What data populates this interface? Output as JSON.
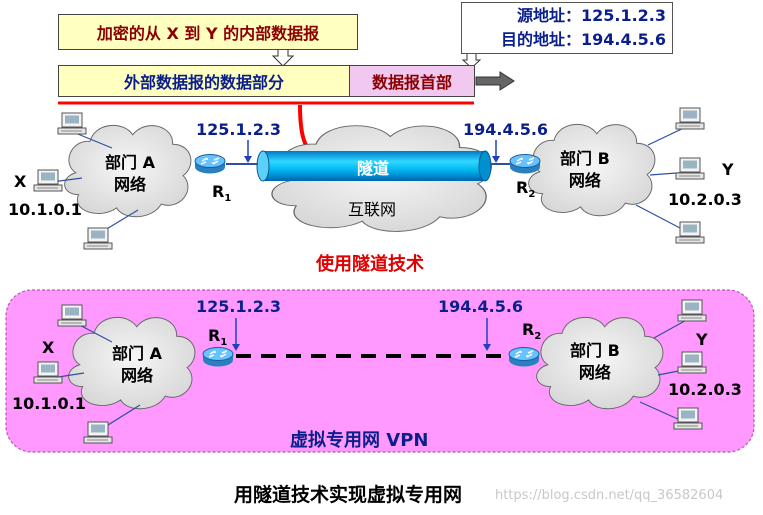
{
  "top": {
    "encrypted_box": "加密的从 X 到 Y 的内部数据报",
    "header_box": {
      "src_label": "源地址：",
      "src_value": "125.1.2.3",
      "dst_label": "目的地址：",
      "dst_value": "194.4.5.6"
    },
    "outer_data": "外部数据报的数据部分",
    "outer_header": "数据报首部",
    "tunnel": "隧道",
    "internet": "互联网",
    "r1_ip": "125.1.2.3",
    "r2_ip": "194.4.5.6",
    "r1_label": "R",
    "r1_sub": "1",
    "r2_label": "R",
    "r2_sub": "2",
    "dept_a": [
      "部门 A",
      "网络"
    ],
    "dept_b": [
      "部门 B",
      "网络"
    ],
    "x_label": "X",
    "x_ip": "10.1.0.1",
    "y_label": "Y",
    "y_ip": "10.2.0.3",
    "caption": "使用隧道技术"
  },
  "bottom": {
    "r1_ip": "125.1.2.3",
    "r2_ip": "194.4.5.6",
    "r1_label": "R",
    "r1_sub": "1",
    "r2_label": "R",
    "r2_sub": "2",
    "dept_a": [
      "部门 A",
      "网络"
    ],
    "dept_b": [
      "部门 B",
      "网络"
    ],
    "x_label": "X",
    "x_ip": "10.1.0.1",
    "y_label": "Y",
    "y_ip": "10.2.0.3",
    "caption": "虚拟专用网 VPN"
  },
  "title": "用隧道技术实现虚拟专用网",
  "watermark": "https://blog.csdn.net/qq_36582604",
  "colors": {
    "cloud": "#e4e4e4",
    "tunnel": "#00c0f0",
    "vpn_bg": "#ff99ff",
    "router": "#4da6e8",
    "encrypted_bg": "#ffffc0",
    "header_pink": "#f0c8f0"
  }
}
